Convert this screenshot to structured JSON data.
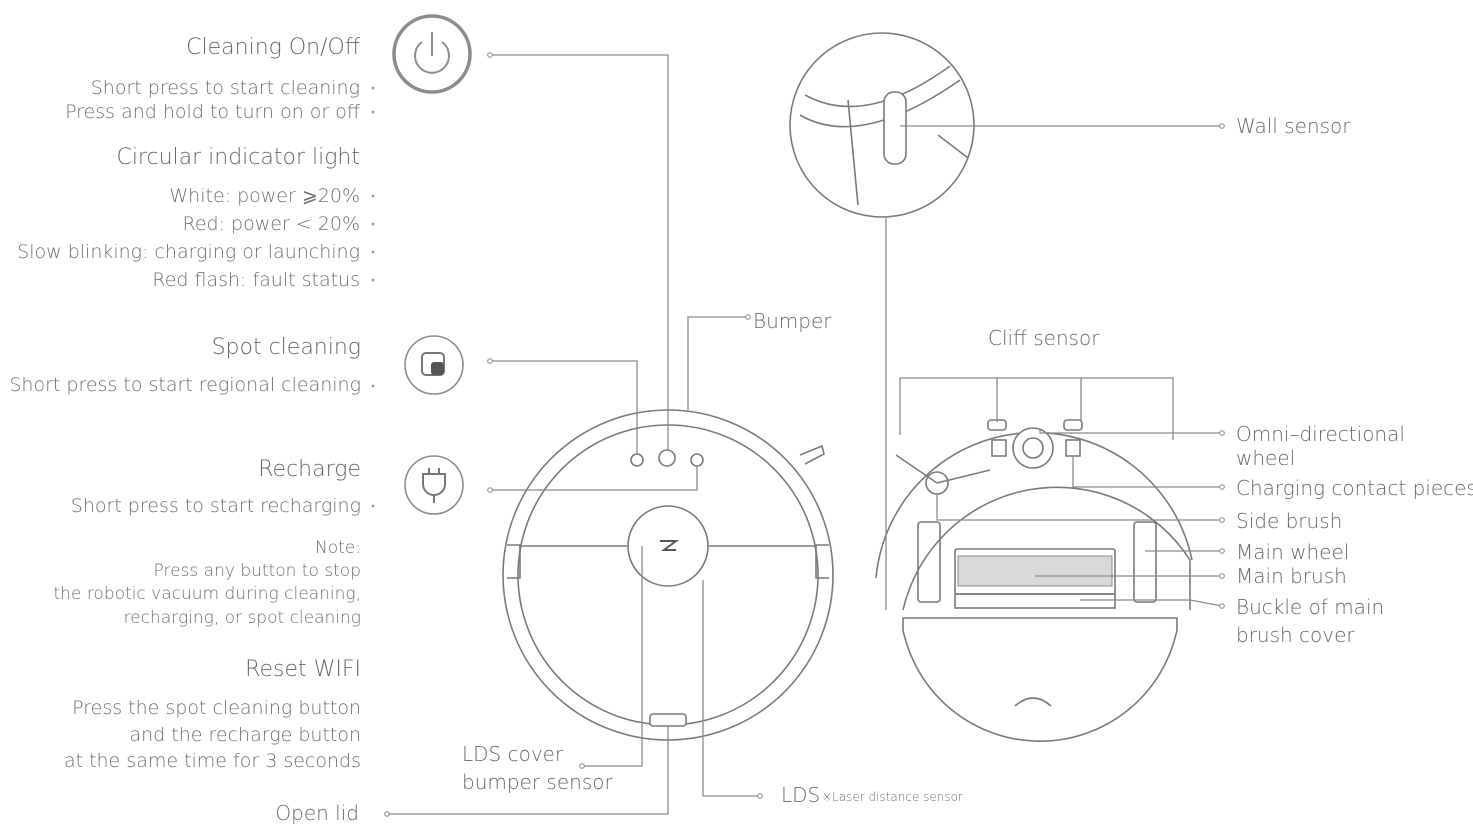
{
  "left_panel": {
    "cleaning": {
      "heading": "Cleaning On/Off",
      "lines": [
        "Short  press to start cleaning",
        "Press and hold to turn on or off"
      ]
    },
    "indicator": {
      "heading": "Circular indicator light",
      "lines": [
        "White: power ⩾20%",
        "Red: power  < 20%",
        "Slow blinking: charging or launching",
        "Red flash: fault status"
      ]
    },
    "spot": {
      "heading": "Spot cleaning",
      "lines": [
        "Short press to start regional cleaning"
      ]
    },
    "recharge": {
      "heading": "Recharge",
      "lines": [
        "Short press to start recharging"
      ]
    },
    "note": {
      "lines": [
        "Note:",
        "Press any button to stop",
        "the robotic vacuum during cleaning,",
        "recharging, or spot cleaning"
      ]
    },
    "reset": {
      "heading": "Reset WIFI",
      "lines": [
        "Press the spot cleaning button",
        "and the recharge button",
        "at the same time for 3 seconds"
      ]
    },
    "open_lid": "Open lid"
  },
  "top_labels": {
    "bumper": "Bumper",
    "lds_cover": [
      "LDS cover",
      "bumper sensor"
    ],
    "lds": "LDS",
    "lds_note": "※Laser distance sensor"
  },
  "right_labels": {
    "wall_sensor": "Wall sensor",
    "cliff_sensor": "Cliff sensor",
    "omni_wheel": [
      "Omni–directional",
      "wheel"
    ],
    "charging_contacts": "Charging contact pieces",
    "side_brush": "Side brush",
    "main_wheel": "Main wheel",
    "main_brush": "Main brush",
    "buckle": [
      "Buckle of main",
      "brush cover"
    ]
  },
  "icons": {
    "power": "power-icon",
    "spot": "spot-cleaning-icon",
    "recharge": "plug-icon"
  }
}
